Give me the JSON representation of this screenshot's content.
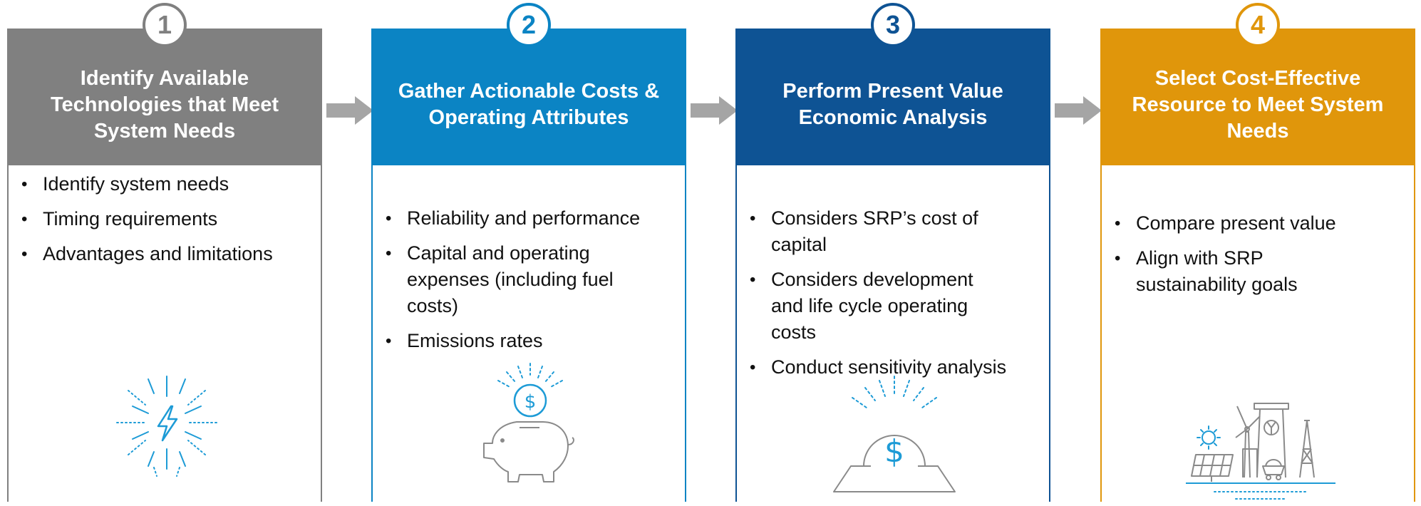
{
  "colors": {
    "step1": "#808080",
    "step2": "#0B84C4",
    "step3": "#0E5394",
    "step4": "#E0960B",
    "arrow": "#A5A5A5",
    "icon": "#1D9BD6"
  },
  "steps": [
    {
      "number": "1",
      "title_lines": [
        "Identify Available",
        "Technologies that Meet",
        "System Needs"
      ],
      "bullets": [
        "Identify system needs",
        "Timing requirements",
        "Advantages and limitations"
      ],
      "icon": "lightning-icon"
    },
    {
      "number": "2",
      "title_lines": [
        "Gather Actionable Costs &",
        "Operating Attributes"
      ],
      "bullets": [
        "Reliability and performance",
        "Capital and operating expenses (including fuel costs)",
        "Emissions rates"
      ],
      "icon": "piggy-bank-icon"
    },
    {
      "number": "3",
      "title_lines": [
        "Perform Present Value",
        "Economic Analysis"
      ],
      "bullets": [
        "Considers SRP’s cost of capital",
        "Considers development and life cycle operating costs",
        "Conduct sensitivity analysis"
      ],
      "icon": "dollar-coin-icon"
    },
    {
      "number": "4",
      "title_lines": [
        "Select Cost-Effective",
        "Resource to Meet System",
        "Needs"
      ],
      "bullets": [
        "Compare present value",
        "Align with SRP sustainability goals"
      ],
      "icon": "energy-resources-icon"
    }
  ]
}
